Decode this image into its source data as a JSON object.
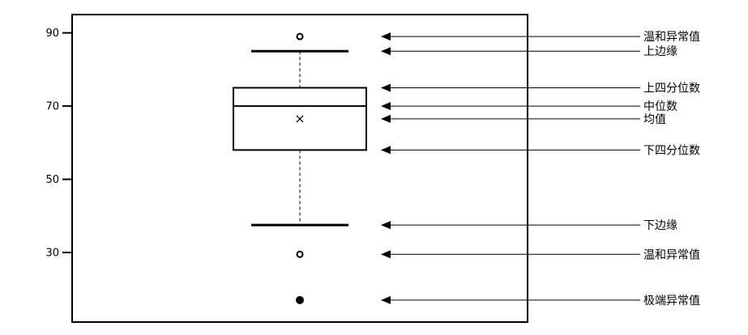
{
  "chart_data": {
    "type": "box",
    "title": "",
    "xlabel": "",
    "ylabel": "",
    "ylim": [
      11,
      95
    ],
    "yticks": [
      30,
      50,
      70,
      90
    ],
    "grid": false,
    "box": {
      "upper_whisker": 85,
      "q3": 75,
      "median": 70,
      "mean": 66.5,
      "q1": 58,
      "lower_whisker": 37.5,
      "mild_outliers": [
        89,
        29.5
      ],
      "extreme_outliers": [
        17
      ]
    },
    "annotations": [
      {
        "key": "mild_outlier_high",
        "label": "温和异常值",
        "value": 89
      },
      {
        "key": "upper_whisker",
        "label": "上边缘",
        "value": 85
      },
      {
        "key": "q3",
        "label": "上四分位数",
        "value": 75
      },
      {
        "key": "median",
        "label": "中位数",
        "value": 70
      },
      {
        "key": "mean",
        "label": "均值",
        "value": 66.5
      },
      {
        "key": "q1",
        "label": "下四分位数",
        "value": 58
      },
      {
        "key": "lower_whisker",
        "label": "下边缘",
        "value": 37.5
      },
      {
        "key": "mild_outlier_low",
        "label": "温和异常值",
        "value": 29.5
      },
      {
        "key": "extreme_outlier",
        "label": "极端异常值",
        "value": 17
      }
    ]
  }
}
